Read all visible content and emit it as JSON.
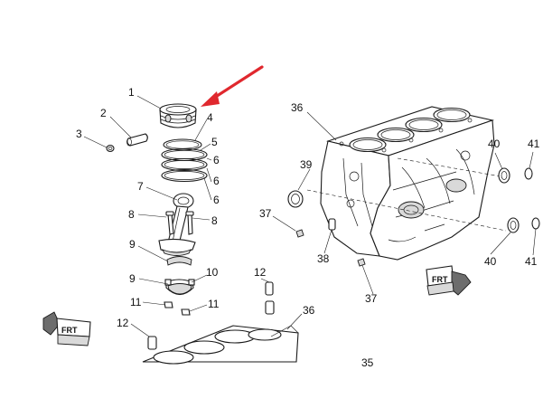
{
  "diagram": {
    "callouts": [
      {
        "id": "c1",
        "text": "1"
      },
      {
        "id": "c2",
        "text": "2"
      },
      {
        "id": "c3",
        "text": "3"
      },
      {
        "id": "c4",
        "text": "4"
      },
      {
        "id": "c5",
        "text": "5"
      },
      {
        "id": "c6a",
        "text": "6"
      },
      {
        "id": "c6b",
        "text": "6"
      },
      {
        "id": "c6c",
        "text": "6"
      },
      {
        "id": "c7",
        "text": "7"
      },
      {
        "id": "c8a",
        "text": "8"
      },
      {
        "id": "c8b",
        "text": "8"
      },
      {
        "id": "c9a",
        "text": "9"
      },
      {
        "id": "c9b",
        "text": "9"
      },
      {
        "id": "c10",
        "text": "10"
      },
      {
        "id": "c11a",
        "text": "11"
      },
      {
        "id": "c11b",
        "text": "11"
      },
      {
        "id": "c12a",
        "text": "12"
      },
      {
        "id": "c12b",
        "text": "12"
      },
      {
        "id": "c35",
        "text": "35"
      },
      {
        "id": "c36a",
        "text": "36"
      },
      {
        "id": "c36b",
        "text": "36"
      },
      {
        "id": "c37a",
        "text": "37"
      },
      {
        "id": "c37b",
        "text": "37"
      },
      {
        "id": "c38",
        "text": "38"
      },
      {
        "id": "c39",
        "text": "39"
      },
      {
        "id": "c40a",
        "text": "40"
      },
      {
        "id": "c40b",
        "text": "40"
      },
      {
        "id": "c41a",
        "text": "41"
      },
      {
        "id": "c41b",
        "text": "41"
      }
    ],
    "arrow_color": "#e0282e",
    "front_marker_text": "FRT"
  }
}
